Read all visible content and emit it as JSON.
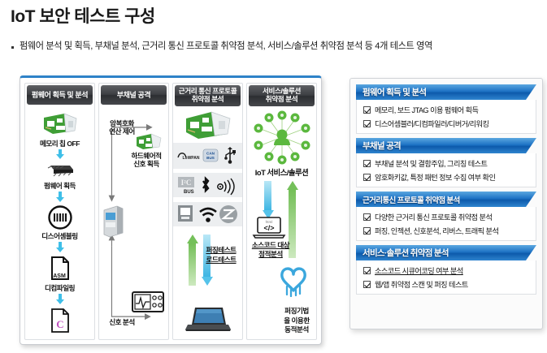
{
  "header": {
    "title": "IoT 보안 테스트 구성",
    "bullet": "펌웨어 분석 및 획득, 부채널 분석, 근거리 통신 프로토콜 취약점 분석, 서비스/솔루션 취약점 분석 등 4개 테스트 영역"
  },
  "diagram": {
    "columns": [
      {
        "header": "펌웨어 획득 및 분석",
        "icons": [
          "circuit-board-icon",
          "memory-chip-icon",
          "binary-disk-icon",
          "asm-file-icon",
          "c-file-icon"
        ],
        "steps": [
          "메모리 칩 OFF",
          "펌웨어 획득",
          "디스어셈블링",
          "디컴파일링"
        ]
      },
      {
        "header": "부채널 공격",
        "label_top": "암복호화\n연산 제어",
        "label_right": "하드웨어적\n신호 획득",
        "label_bottom": "신호 분석",
        "icons": [
          "circuit-board-icon",
          "server-tower-icon",
          "oscilloscope-icon"
        ]
      },
      {
        "header": "근거리 통신 프로토콜\n취약점 분석",
        "protocol_icons": [
          "6lowpan-icon",
          "can-bus-icon",
          "usb-icon",
          "i2c-bus-icon",
          "bluetooth-icon",
          "wireless-signal-icon",
          "serial-port-icon",
          "wifi-icon",
          "zigbee-icon"
        ],
        "label": "퍼징테스트\n로드테스트",
        "device_icon": "laptop-icon"
      },
      {
        "header": "서비스/솔루션\n취약점 분석",
        "hub_icon": "iot-network-hub-icon",
        "hub_label": "IoT 서비스/솔루션",
        "label_left": "소스코드 대상\n정적분석",
        "label_right": "퍼징기법\n을 이용한\n동적분석",
        "icons": [
          "html-code-laptop-icon",
          "heartbleed-icon"
        ]
      }
    ]
  },
  "sections": [
    {
      "title": "펌웨어 획득 및 분석",
      "items": [
        {
          "text": "메모리, 보드 JTAG 이용 펌웨어 획득",
          "underline": false
        },
        {
          "text": "디스어셈블러/디컴파일러/디버거/리워킹",
          "underline": false
        }
      ]
    },
    {
      "title": "부채널 공격",
      "items": [
        {
          "text": "부채널 분석 및 결함주입, 그리칭 테스트",
          "underline": false
        },
        {
          "text": "암호화키값, 특정 패턴 정보 수집 여부 확인",
          "underline": false
        }
      ]
    },
    {
      "title": "근거리통신 프로토콜 취약점 분석",
      "items": [
        {
          "text": "다양한 근거리 통신 프로토콜 취약점 분석",
          "underline": false
        },
        {
          "text": "퍼징, 인젝션, 신호분석, 리버스, 트래픽 분석",
          "underline": false
        }
      ]
    },
    {
      "title": "서비스·솔루션 취약점 분석",
      "items": [
        {
          "text": "소스코드  시큐어코딩 여부 분석",
          "underline": true
        },
        {
          "text": "웹/앱 취약점 스캔 및 퍼징 테스트",
          "underline": false
        }
      ]
    }
  ],
  "colors": {
    "accent_blue": "#1d72c4",
    "header_gray": "#3c3e42",
    "arrow_cyan": "#3fbfe8",
    "arrow_green": "#74bf58",
    "icon_green": "#4ca63c"
  }
}
